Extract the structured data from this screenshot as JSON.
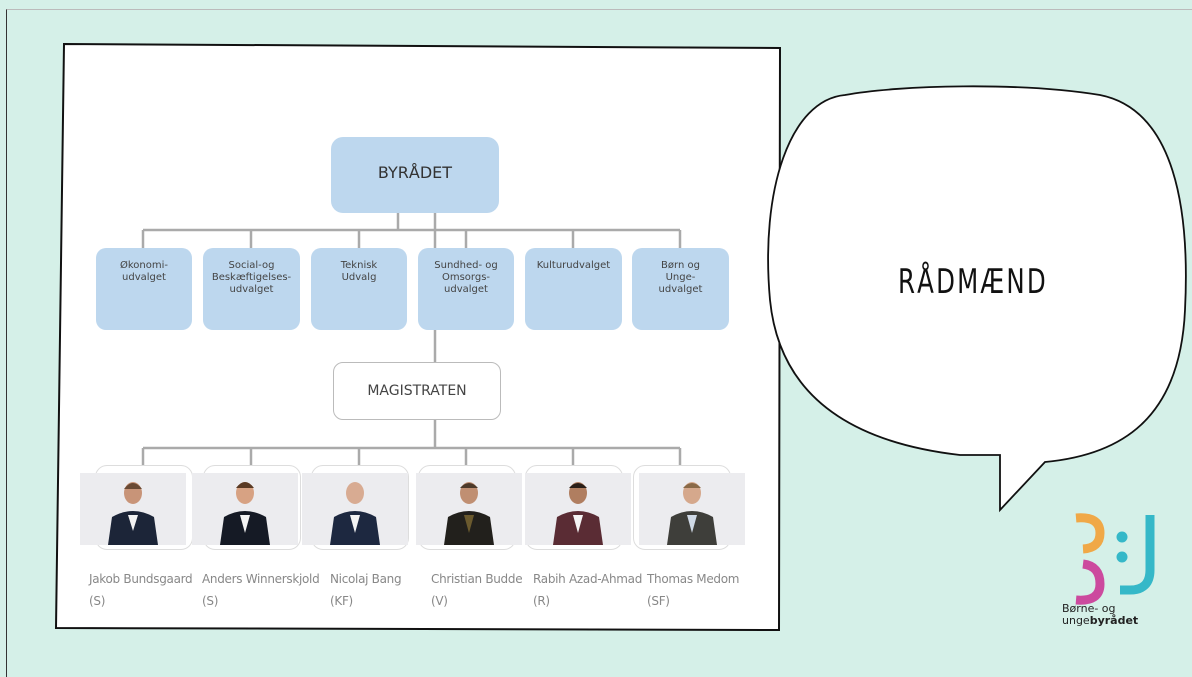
{
  "slide_title": "RÅDMÆND",
  "org": {
    "top": "BYRÅDET",
    "committees": [
      "Økonomi-\nudvalget",
      "Social-og\nBeskæftigelses-\nudvalget",
      "Teknisk\nUdvalg",
      "Sundhed- og\nOmsorgs-\nudvalget",
      "Kulturudvalget",
      "Børn og\nUnge-\nudvalget"
    ],
    "magistrat": "MAGISTRATEN",
    "members": [
      {
        "name": "Jakob Bundsgaard",
        "party": "(S)"
      },
      {
        "name": "Anders Winnerskjold",
        "party": "(S)"
      },
      {
        "name": "Nicolaj Bang",
        "party": "(KF)"
      },
      {
        "name": "Christian Budde",
        "party": "(V)"
      },
      {
        "name": "Rabih Azad-Ahmad",
        "party": "(R)"
      },
      {
        "name": "Thomas Medom",
        "party": "(SF)"
      }
    ]
  },
  "logo": {
    "line1": "Børne- og",
    "line2_prefix": "unge",
    "line2_bold": "byrådet"
  },
  "colors": {
    "background": "#d5f0e8",
    "box": "#bdd7ee",
    "logo_orange": "#f0a847",
    "logo_pink": "#cc4a9e",
    "logo_teal": "#35b8c8"
  }
}
